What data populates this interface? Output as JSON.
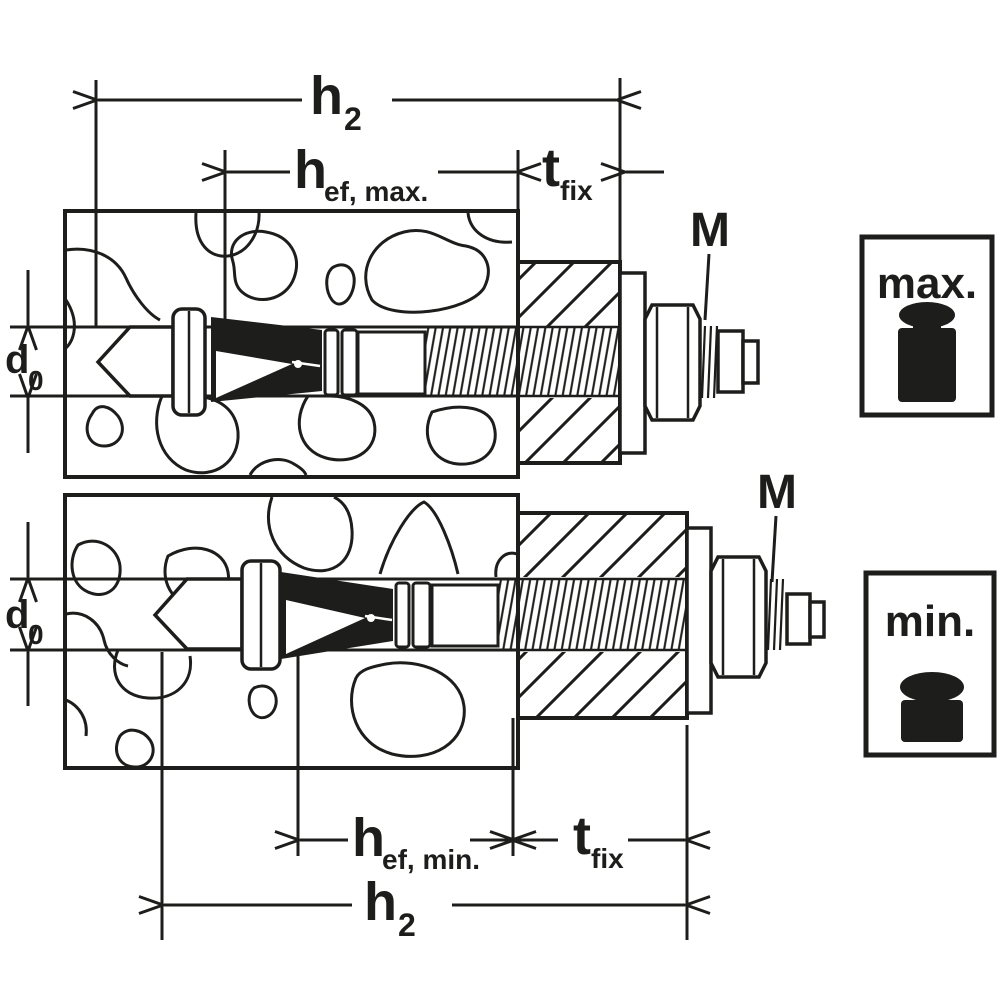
{
  "colors": {
    "ink": "#1d1d1b",
    "paper": "#ffffff"
  },
  "top_assembly": {
    "h2_dim": {
      "base": "h",
      "sub": "2"
    },
    "hef_dim": {
      "base": "h",
      "sub": "ef, max."
    },
    "tfix_dim": {
      "base": "t",
      "sub": "fix"
    },
    "d0_dim": {
      "base": "d",
      "sub": "0"
    },
    "thread_label": "M",
    "load_badge": "max."
  },
  "bottom_assembly": {
    "h2_dim": {
      "base": "h",
      "sub": "2"
    },
    "hef_dim": {
      "base": "h",
      "sub": "ef, min."
    },
    "tfix_dim": {
      "base": "t",
      "sub": "fix"
    },
    "d0_dim": {
      "base": "d",
      "sub": "0"
    },
    "thread_label": "M",
    "load_badge": "min."
  }
}
